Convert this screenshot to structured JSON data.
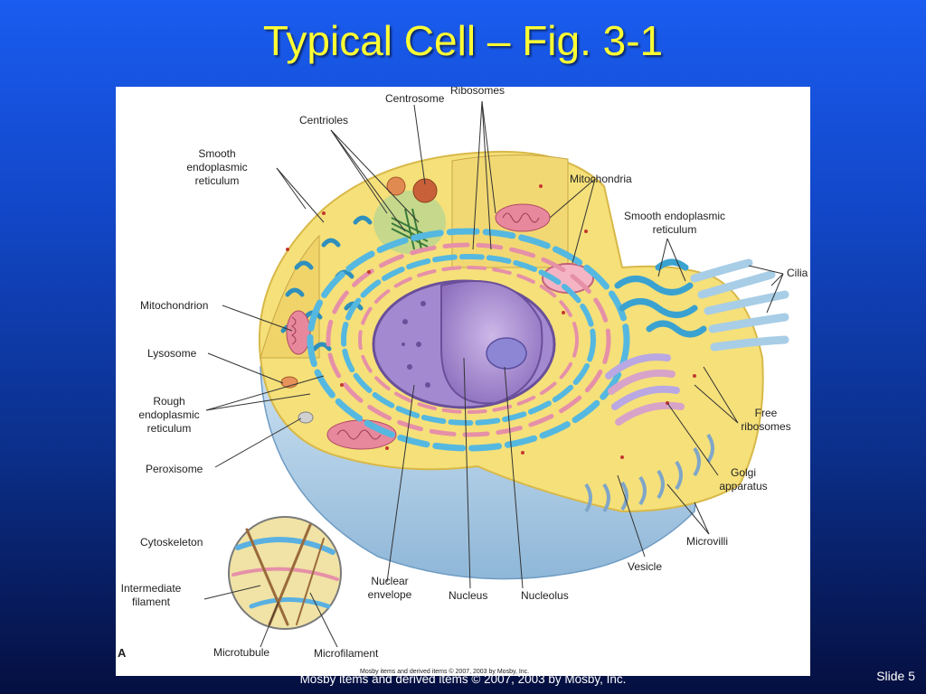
{
  "slide": {
    "title": "Typical Cell – Fig. 3-1",
    "footer": "Mosby items and derived items © 2007, 2003 by Mosby, Inc.",
    "slide_number": "Slide 5"
  },
  "figure": {
    "panel_letter": "A",
    "inner_credit": "Mosby items and derived items © 2007, 2003 by Mosby, Inc.",
    "labels": {
      "centrosome": "Centrosome",
      "ribosomes": "Ribosomes",
      "centrioles": "Centrioles",
      "smooth_er_left": [
        "Smooth",
        "endoplasmic",
        "reticulum"
      ],
      "mitochondria": "Mitochondria",
      "smooth_er_right": [
        "Smooth endoplasmic",
        "reticulum"
      ],
      "cilia": "Cilia",
      "mitochondrion": "Mitochondrion",
      "lysosome": "Lysosome",
      "rough_er": [
        "Rough",
        "endoplasmic",
        "reticulum"
      ],
      "free_ribosomes": [
        "Free",
        "ribosomes"
      ],
      "peroxisome": "Peroxisome",
      "golgi": [
        "Golgi",
        "apparatus"
      ],
      "cytoskeleton": "Cytoskeleton",
      "microvilli": "Microvilli",
      "intermediate_filament": [
        "Intermediate",
        "filament"
      ],
      "nuclear_envelope": [
        "Nuclear",
        "envelope"
      ],
      "nucleus": "Nucleus",
      "nucleolus": "Nucleolus",
      "vesicle": "Vesicle",
      "microtubule": "Microtubule",
      "microfilament": "Microfilament"
    }
  },
  "colors": {
    "title": "#ffff33",
    "cytoplasm": "#f5e07a",
    "membrane": "#a8cde6",
    "nucleus": "#b79bd6",
    "mitochondria": "#e7889c",
    "er_blue": "#55b8e0"
  }
}
